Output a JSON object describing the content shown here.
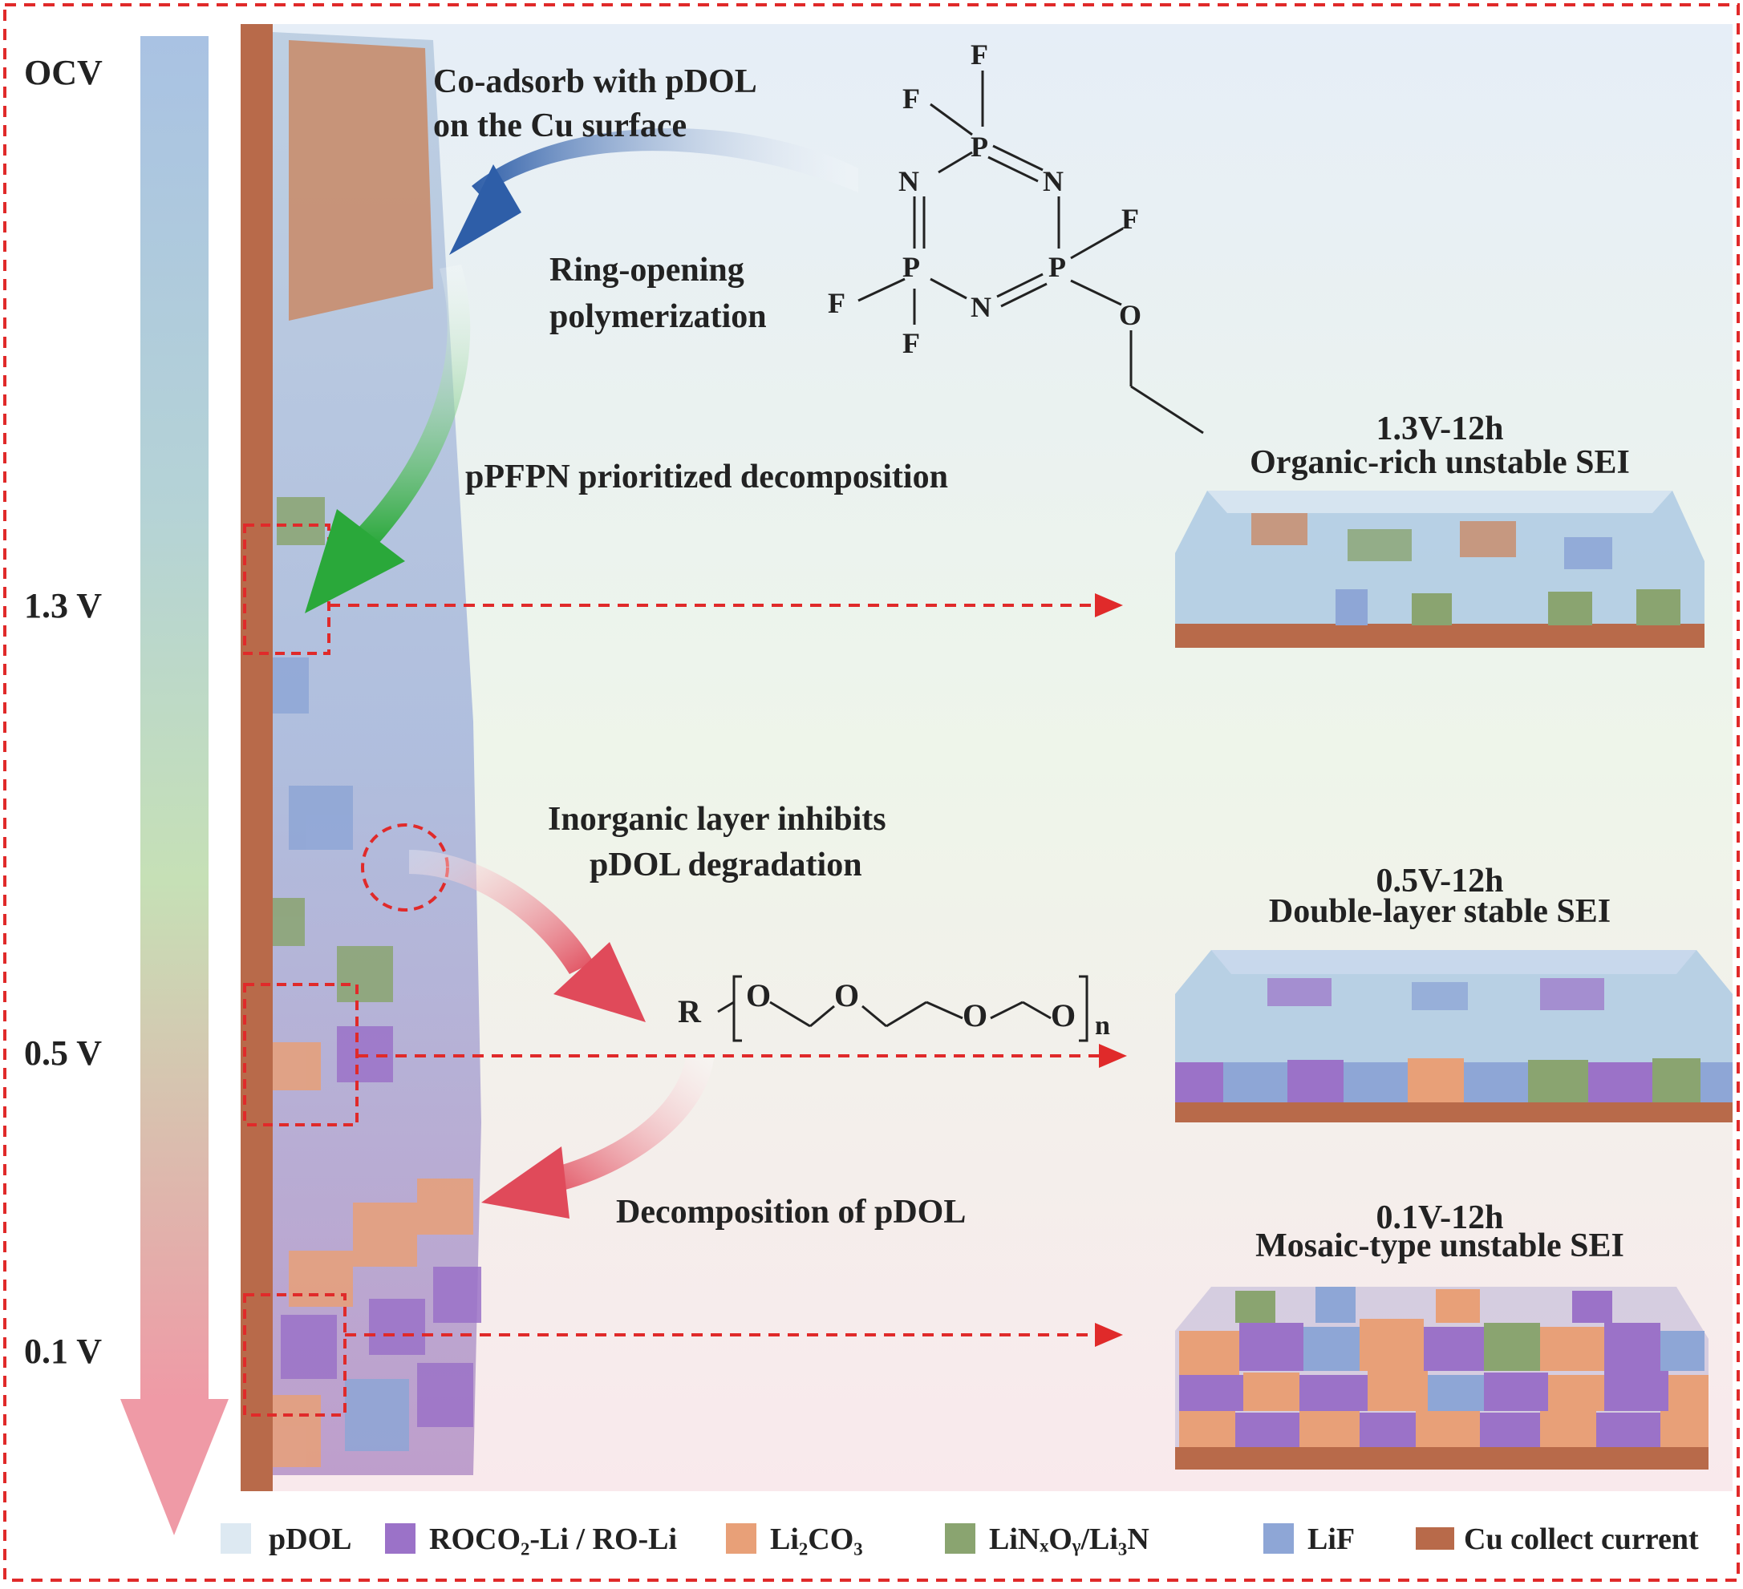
{
  "voltage_axis": {
    "labels": [
      "OCV",
      "1.3 V",
      "0.5 V",
      "0.1 V"
    ]
  },
  "annotations": {
    "coadsorb_line1": "Co-adsorb with pDOL",
    "coadsorb_line2": "on the Cu surface",
    "ring_line1": "Ring-opening",
    "ring_line2": "polymerization",
    "pfpn": "pPFPN prioritized decomposition",
    "inhibit_line1": "Inorganic layer inhibits",
    "inhibit_line2": "pDOL degradation",
    "decomp": "Decomposition of pDOL"
  },
  "molecule_pfpn": {
    "atoms": [
      "F",
      "F",
      "P",
      "N",
      "N",
      "P",
      "F",
      "P",
      "N",
      "F",
      "F",
      "O"
    ]
  },
  "polymer": {
    "r": "R",
    "oxygens": [
      "O",
      "O",
      "O",
      "O"
    ],
    "n": "n"
  },
  "sei_panels": [
    {
      "condition": "1.3V-12h",
      "description": "Organic-rich unstable SEI"
    },
    {
      "condition": "0.5V-12h",
      "description": "Double-layer stable SEI"
    },
    {
      "condition": "0.1V-12h",
      "description": "Mosaic-type unstable SEI"
    }
  ],
  "legend": [
    {
      "label": "pDOL",
      "color": "#dde9f2"
    },
    {
      "label": "ROCO₂-Li / RO-Li",
      "color": "#9b72c8"
    },
    {
      "label": "Li₂CO₃",
      "color": "#e8a078"
    },
    {
      "label": "LiNₓOᵧ/Li₃N",
      "color": "#8aa470"
    },
    {
      "label": "LiF",
      "color": "#8ea6d6"
    },
    {
      "label": "Cu collect current",
      "color": "#b86a4a"
    }
  ],
  "colors": {
    "dash_red": "#e02a2a",
    "arrow_blue": "#2e5ea8",
    "arrow_green": "#2aa83a",
    "arrow_red": "#e04a5a",
    "cu": "#b86a4a"
  }
}
